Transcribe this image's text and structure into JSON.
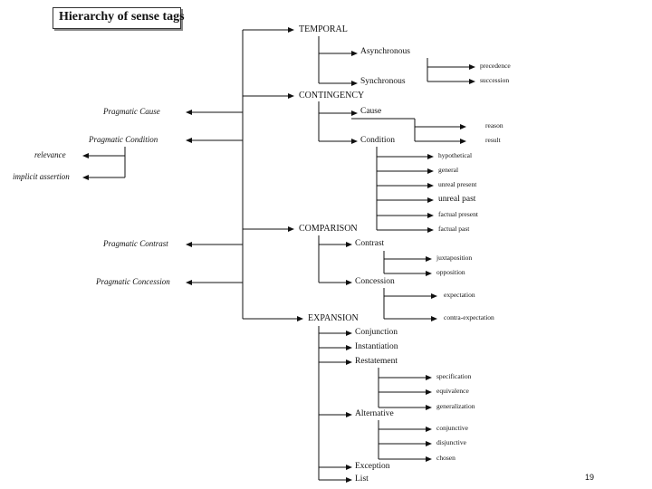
{
  "title": "Hierarchy of sense tags",
  "page_number": "19",
  "labels": {
    "temporal": "TEMPORAL",
    "asynchronous": "Asynchronous",
    "synchronous": "Synchronous",
    "precedence": "precedence",
    "succession": "succession",
    "contingency": "CONTINGENCY",
    "cause": "Cause",
    "condition": "Condition",
    "reason": "reason",
    "result": "result",
    "hypothetical": "hypothetical",
    "general": "general",
    "unreal_present": "unreal present",
    "unreal_past": "unreal past",
    "factual_present": "factual present",
    "factual_past": "factual past",
    "comparison": "COMPARISON",
    "contrast": "Contrast",
    "concession": "Concession",
    "juxtaposition": "juxtaposition",
    "opposition": "opposition",
    "expectation": "expectation",
    "contra_expectation": "contra-expectation",
    "expansion": "EXPANSION",
    "conjunction": "Conjunction",
    "instantiation": "Instantiation",
    "restatement": "Restatement",
    "specification": "specification",
    "equivalence": "equivalence",
    "generalization": "generalization",
    "alternative": "Alternative",
    "conjunctive": "conjunctive",
    "disjunctive": "disjunctive",
    "chosen": "chosen",
    "exception": "Exception",
    "list": "List",
    "pragmatic_cause": "Pragmatic Cause",
    "pragmatic_condition": "Pragmatic Condition",
    "relevance": "relevance",
    "implicit_assertion": "implicit assertion",
    "pragmatic_contrast": "Pragmatic Contrast",
    "pragmatic_concession": "Pragmatic Concession"
  }
}
